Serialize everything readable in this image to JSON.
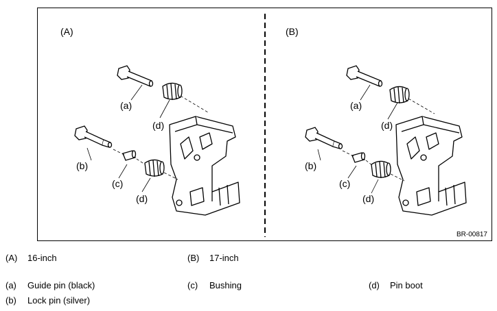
{
  "figure": {
    "panel_a": "(A)",
    "panel_b": "(B)",
    "callouts": {
      "a": "(a)",
      "b": "(b)",
      "c": "(c)",
      "d": "(d)"
    },
    "code": "BR-00817"
  },
  "legend": {
    "A": {
      "key": "(A)",
      "text": "16-inch"
    },
    "B": {
      "key": "(B)",
      "text": "17-inch"
    },
    "a": {
      "key": "(a)",
      "text": "Guide pin (black)"
    },
    "b": {
      "key": "(b)",
      "text": "Lock pin (silver)"
    },
    "c": {
      "key": "(c)",
      "text": "Bushing"
    },
    "d": {
      "key": "(d)",
      "text": "Pin boot"
    }
  }
}
